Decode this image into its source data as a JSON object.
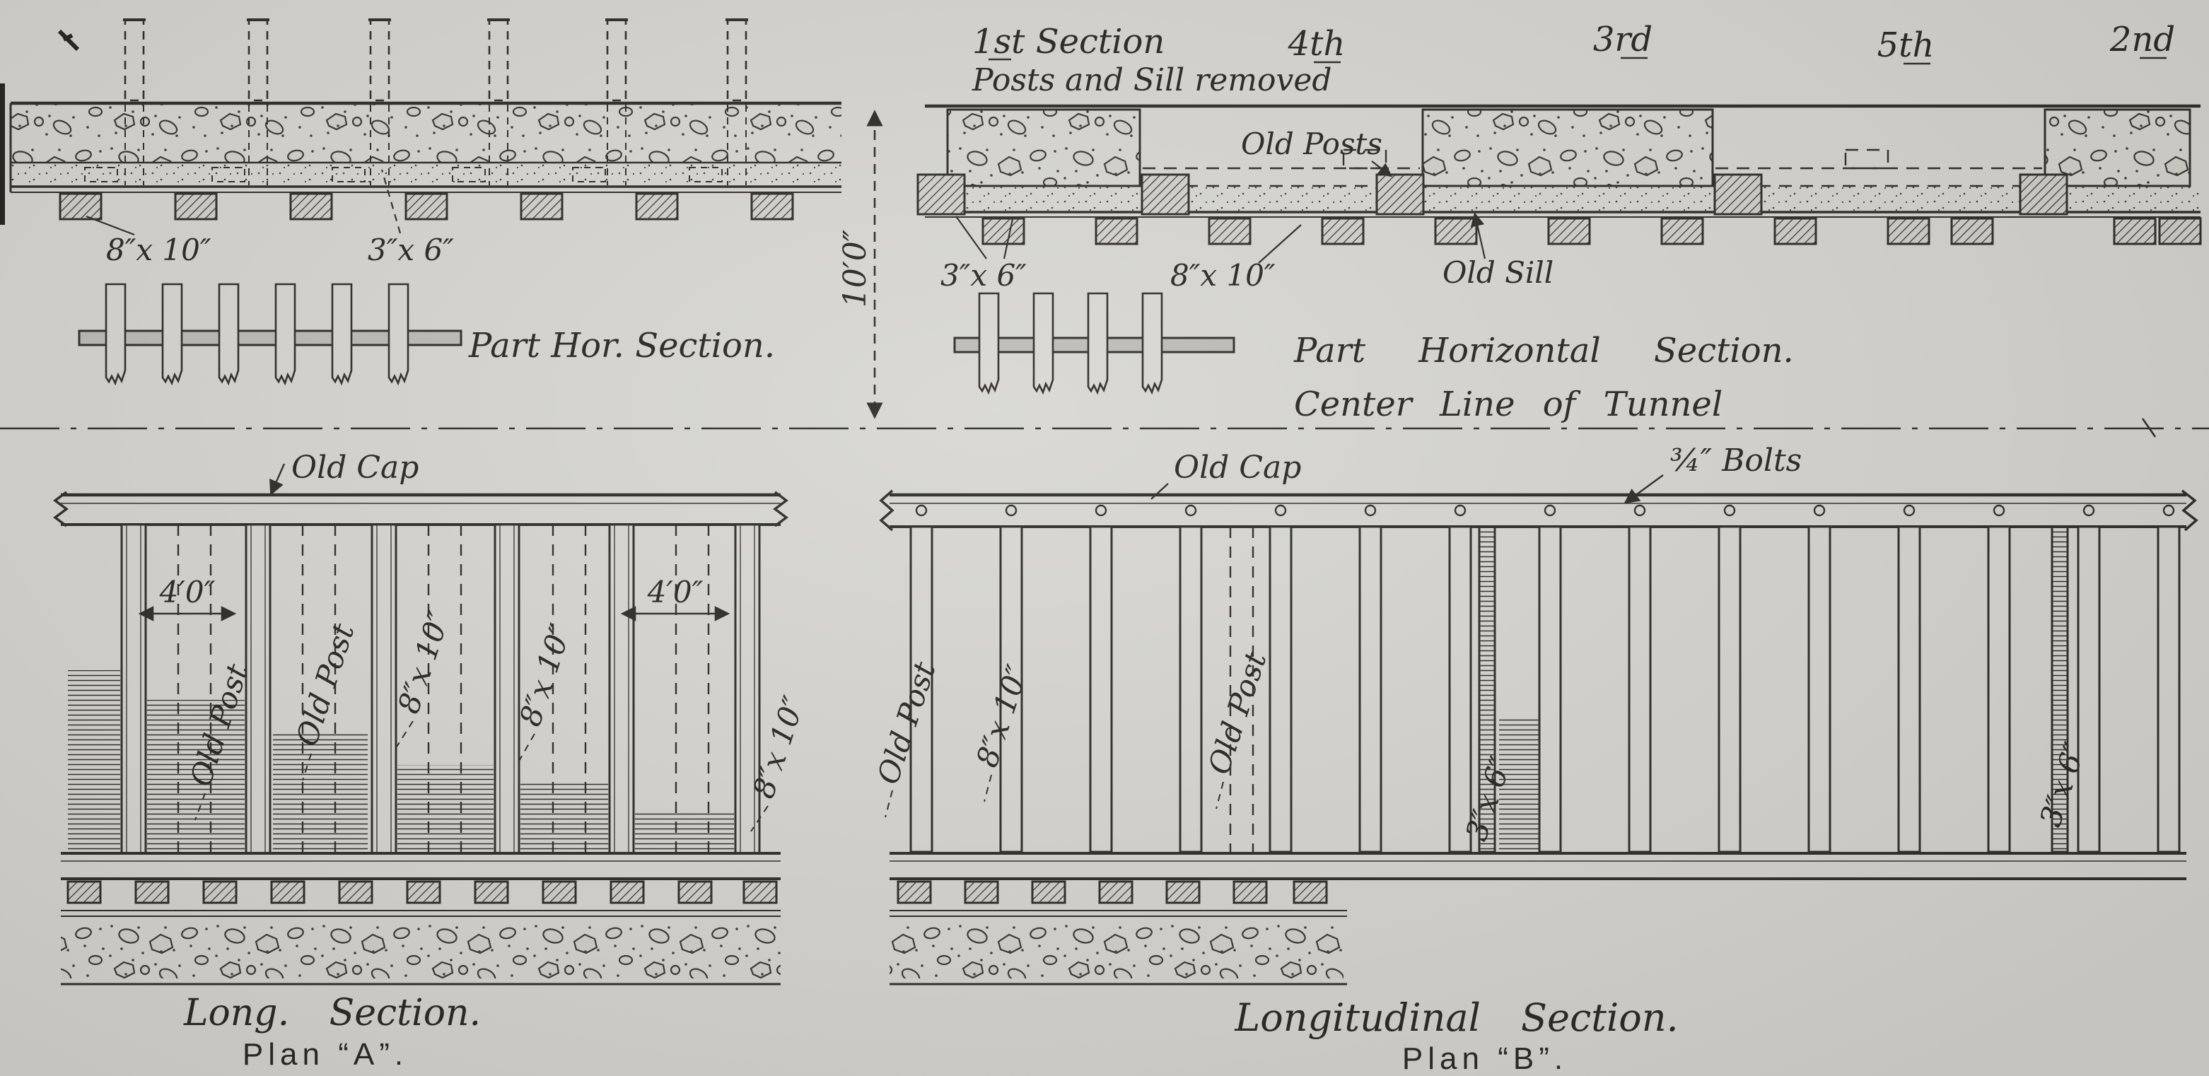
{
  "colors": {
    "paper": "#d8d7d2",
    "ink": "#2b2a26"
  },
  "top_left": {
    "label_8x10": "8″x 10″",
    "label_3x6": "3″x 6″",
    "part_hor": "Part Hor. Section."
  },
  "dimension": {
    "ten_feet": "10′0″"
  },
  "top_right": {
    "sections": [
      "1st Section",
      "4th",
      "3rd",
      "5th",
      "2nd"
    ],
    "subtitle": "Posts and Sill removed",
    "old_posts": "Old Posts",
    "label_3x6": "3″x 6″",
    "label_8x10": "8″x 10″",
    "old_sill": "Old Sill",
    "part_horizontal": "Part Horizontal Section.",
    "center_line": "Center Line of Tunnel"
  },
  "plan_a": {
    "old_cap": "Old Cap",
    "dim_4ft": "4′0″",
    "old_post": "Old Post",
    "label_8x10": "8″x 10″",
    "caption1": "Long. Section.",
    "caption2": "Plan “A”."
  },
  "plan_b": {
    "old_cap": "Old Cap",
    "bolts": "¾″ Bolts",
    "old_post": "Old Post",
    "label_8x10": "8″x 10″",
    "label_3x6": "3″x 6″",
    "caption1": "Longitudinal Section.",
    "caption2": "Plan “B”."
  }
}
